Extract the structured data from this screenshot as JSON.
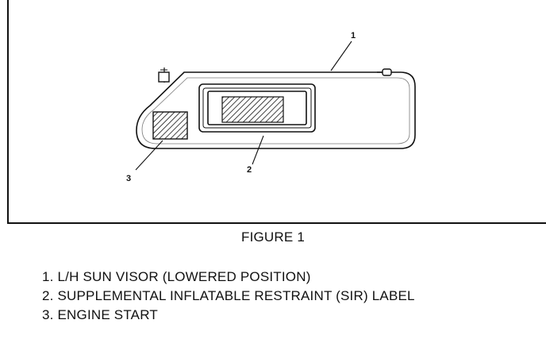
{
  "figure": {
    "callouts": [
      "1",
      "2",
      "3"
    ],
    "caption": "FIGURE 1"
  },
  "legend": {
    "items": [
      "1. L/H SUN VISOR (LOWERED POSITION)",
      "2. SUPPLEMENTAL INFLATABLE RESTRAINT (SIR) LABEL",
      "3. ENGINE START"
    ]
  }
}
